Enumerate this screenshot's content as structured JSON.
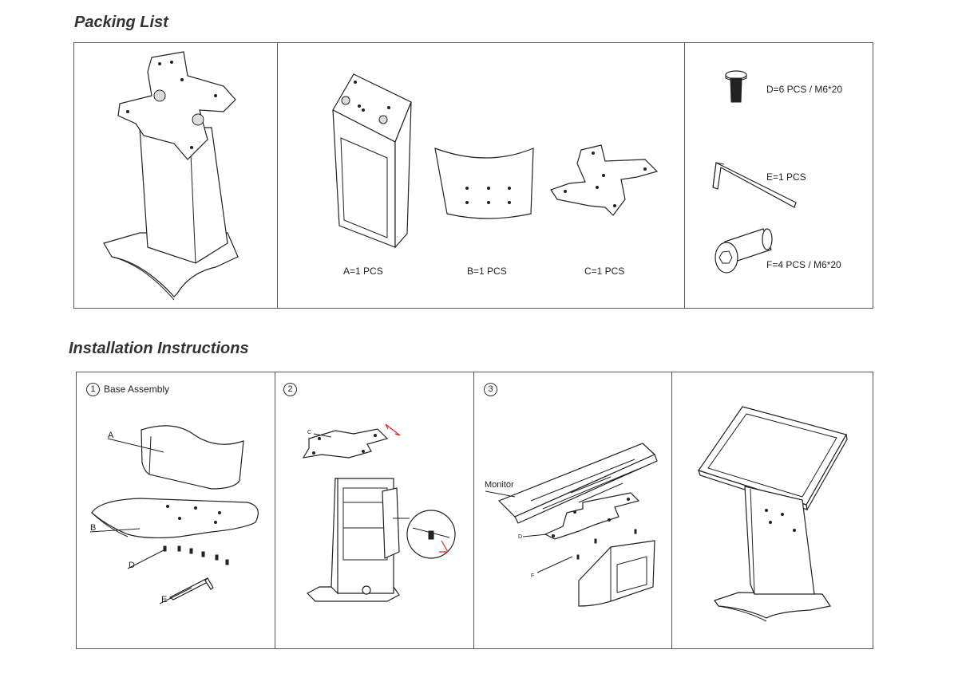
{
  "packing_list": {
    "title": "Packing List",
    "labels": {
      "a": "A=1 PCS",
      "b": "B=1 PCS",
      "c": "C=1 PCS",
      "d": "D=6 PCS / M6*20",
      "e": "E=1 PCS",
      "f": "F=4 PCS / M6*20"
    }
  },
  "installation": {
    "title": "Installation Instructions",
    "steps": [
      {
        "number": "1",
        "title": "Base Assembly"
      },
      {
        "number": "2"
      },
      {
        "number": "3"
      }
    ],
    "step1_tags": {
      "a": "A",
      "b": "B",
      "d": "D",
      "e": "E"
    },
    "step2_tags": {
      "c": "C"
    },
    "step3_tags": {
      "monitor": "Monitor",
      "d": "D",
      "f": "F"
    }
  }
}
